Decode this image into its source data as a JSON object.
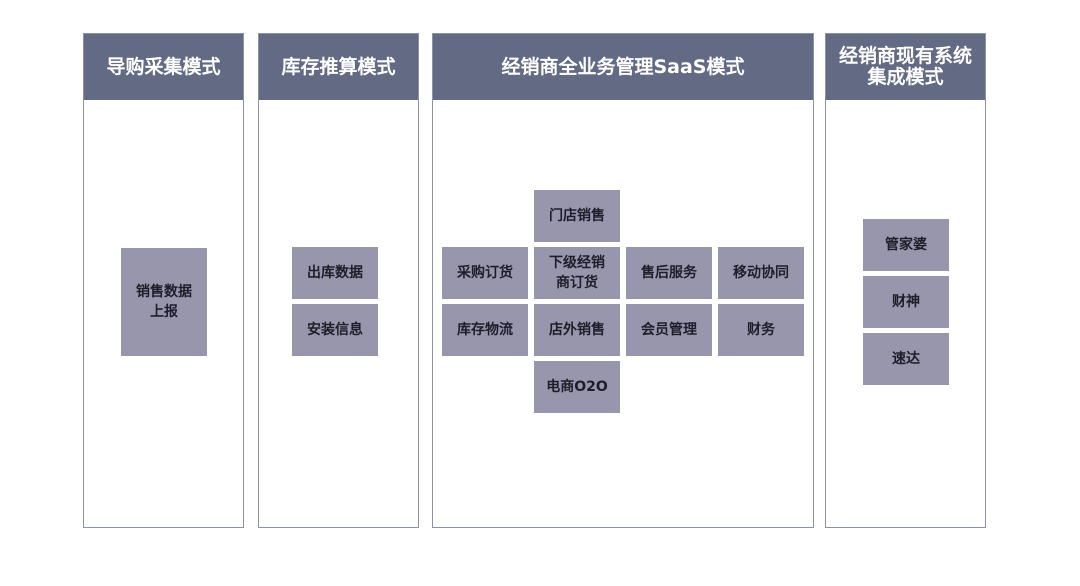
{
  "columns": [
    {
      "title": "导购采集模式",
      "items": [
        "销售数据\n上报"
      ]
    },
    {
      "title": "库存推算模式",
      "items": [
        "出库数据",
        "安装信息"
      ]
    },
    {
      "title": "经销商全业务管理SaaS模式",
      "items": [
        "门店销售",
        "采购订货",
        "下级经销\n商订货",
        "售后服务",
        "移动协同",
        "库存物流",
        "店外销售",
        "会员管理",
        "财务",
        "电商O2O"
      ]
    },
    {
      "title": "经销商现有系统\n集成模式",
      "items": [
        "管家婆",
        "财神",
        "速达"
      ]
    }
  ],
  "colors": {
    "header_bg": "#626a84",
    "box_bg": "#9896ad",
    "border": "#8d92a8"
  }
}
